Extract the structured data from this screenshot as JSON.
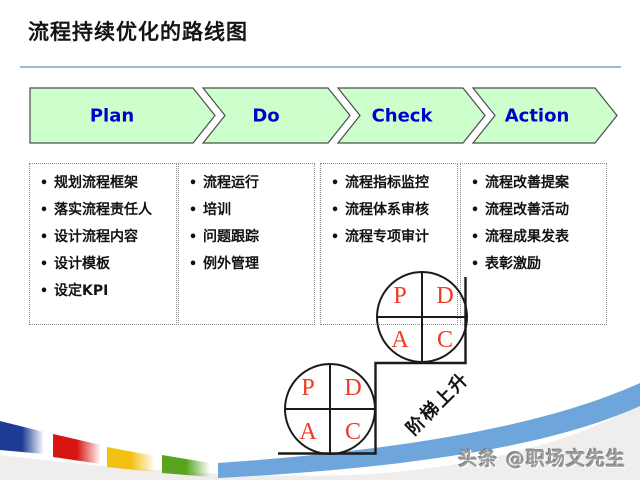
{
  "slide": {
    "title": "流程持续优化的路线图",
    "watermark": "头条 @职场文先生"
  },
  "stages": [
    {
      "label": "Plan",
      "items": [
        "规划流程框架",
        "落实流程责任人",
        "设计流程内容",
        "设计模板",
        "设定KPI"
      ]
    },
    {
      "label": "Do",
      "items": [
        "流程运行",
        "培训",
        "问题跟踪",
        "例外管理"
      ]
    },
    {
      "label": "Check",
      "items": [
        "流程指标监控",
        "流程体系审核",
        "流程专项审计"
      ]
    },
    {
      "label": "Action",
      "items": [
        "流程改善提案",
        "流程改善活动",
        "流程成果发表",
        "表彰激励"
      ]
    }
  ],
  "pdca": {
    "letters": [
      "P",
      "D",
      "A",
      "C"
    ],
    "stair_label": "阶梯上升"
  },
  "colors": {
    "arrow_fill": "#ccffcc",
    "arrow_border": "#4d4d4d",
    "stage_label_blue": "#0000cc",
    "pdca_letter_red": "#f03a26",
    "title_rule_blue": "#a3b8d8",
    "swoosh_blue": "#6ea6dc",
    "footer_gray": "#efeeec",
    "footer_bars": [
      "#1e3c96",
      "#d81510",
      "#f2c011",
      "#58a41e",
      "#6ea6dc"
    ]
  }
}
